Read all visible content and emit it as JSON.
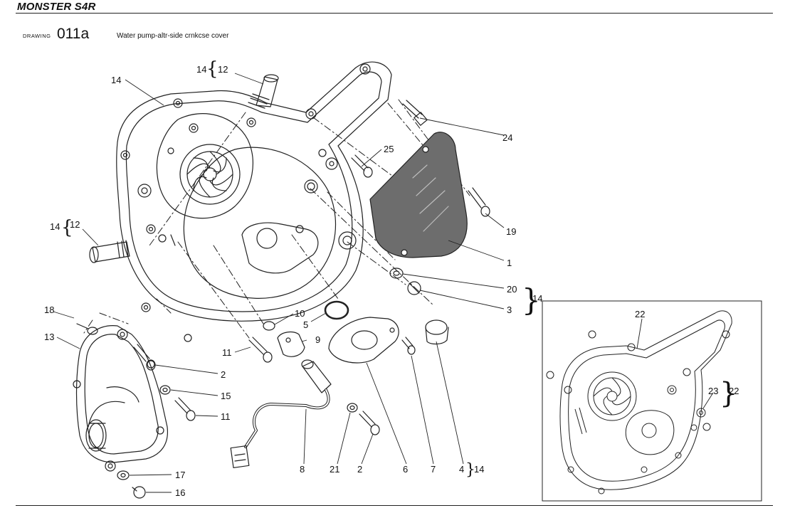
{
  "header": {
    "model": "MONSTER S4R",
    "drawing_label": "DRAWING",
    "drawing_number": "011a",
    "drawing_title": "Water pump-altr-side crnkcse cover"
  },
  "callouts": {
    "c14_top": "14",
    "c12_top": "12",
    "c14_main": "14",
    "c14_left": "14",
    "c12_left": "12",
    "c25": "25",
    "c24": "24",
    "c19": "19",
    "c1": "1",
    "c20": "20",
    "c3": "3",
    "c14_group": "14",
    "c18": "18",
    "c13": "13",
    "c10": "10",
    "c5": "5",
    "c9": "9",
    "c11_mid": "11",
    "c2_mid": "2",
    "c15": "15",
    "c11_low": "11",
    "c17": "17",
    "c16": "16",
    "c8": "8",
    "c21": "21",
    "c2_bot": "2",
    "c6": "6",
    "c7": "7",
    "c4": "4",
    "c14_bot": "14",
    "c22_inset_top": "22",
    "c23_inset": "23",
    "c22_inset_right": "22"
  }
}
